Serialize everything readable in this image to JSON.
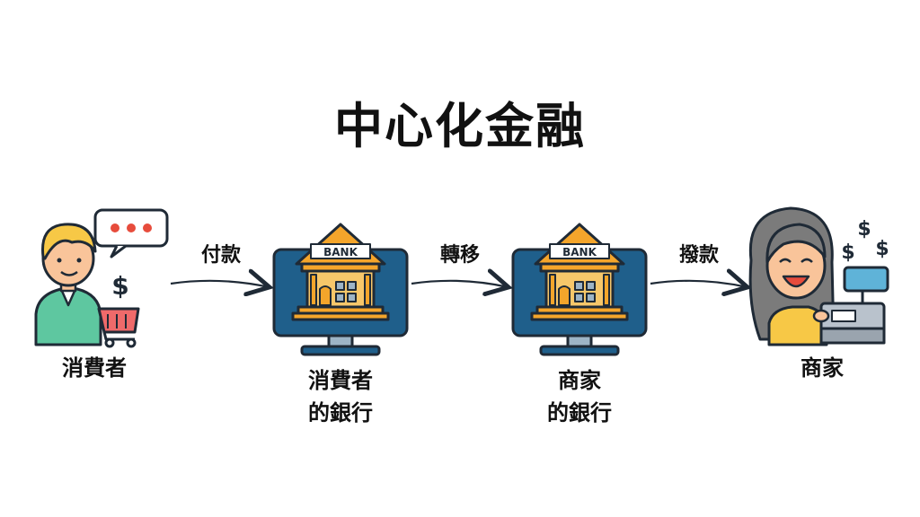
{
  "title": "中心化金融",
  "nodes": {
    "consumer": {
      "label": "消費者"
    },
    "consumer_bank": {
      "line1": "消費者",
      "line2": "的銀行",
      "sign": "BANK"
    },
    "merchant_bank": {
      "line1": "商家",
      "line2": "的銀行",
      "sign": "BANK"
    },
    "merchant": {
      "label": "商家"
    }
  },
  "flows": {
    "pay": "付款",
    "transfer": "轉移",
    "disburse": "撥款"
  },
  "icons": {
    "consumer": "consumer-with-cart-icon",
    "bank": "bank-monitor-icon",
    "merchant": "merchant-cash-register-icon"
  },
  "colors": {
    "outline": "#1f2a36",
    "monitor": "#1f5f8b",
    "bank_orange": "#f4a52b",
    "shirt": "#5ec7a0",
    "hair_yellow": "#f7c846",
    "skin": "#f9c49a"
  }
}
